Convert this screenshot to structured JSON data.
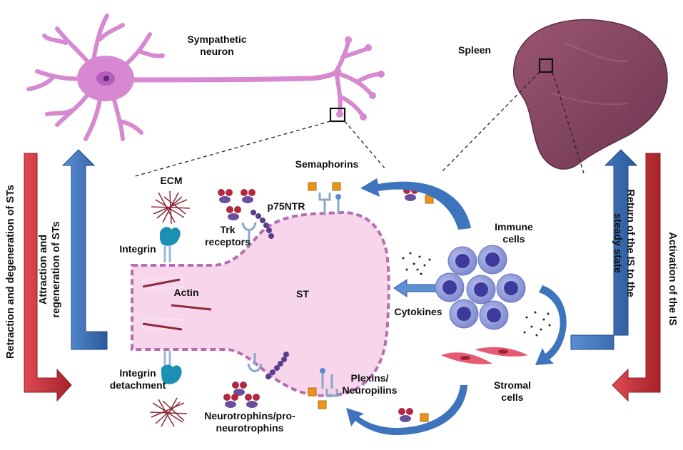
{
  "labels": {
    "neuron": "Sympathetic\nneuron",
    "spleen": "Spleen",
    "semaphorins": "Semaphorins",
    "ecm": "ECM",
    "p75ntr": "p75NTR",
    "trk": "Trk\nreceptors",
    "integrin": "Integrin",
    "actin": "Actin",
    "st": "ST",
    "immune": "Immune\ncells",
    "cytokines": "Cytokines",
    "integrin_detach": "Integrin\ndetachment",
    "plexins": "Plexins/\nNeuropilins",
    "stromal": "Stromal\ncells",
    "neurotrophins": "Neurotrophins/pro-\nneurotrophins"
  },
  "arrows": {
    "retraction": "Retraction and degeneration of STs",
    "attraction": "Attraction and\nregeneration of STs",
    "return": "Return of the IS to the\nsteady state",
    "activation": "Activation of the IS"
  },
  "colors": {
    "neuron": "#d689d0",
    "st_fill": "#f7d6ec",
    "st_border": "#b56db0",
    "spleen": "#8b4a63",
    "red_arrow": "#c9333a",
    "blue_arrow": "#3a6fb5",
    "immune_cell": "#8f9ad8",
    "immune_nucleus": "#3d3a9c",
    "stromal": "#e55b72",
    "orange_ligand": "#e8951c",
    "red_ball": "#b3283e",
    "purple_ball": "#6a4f9e"
  }
}
